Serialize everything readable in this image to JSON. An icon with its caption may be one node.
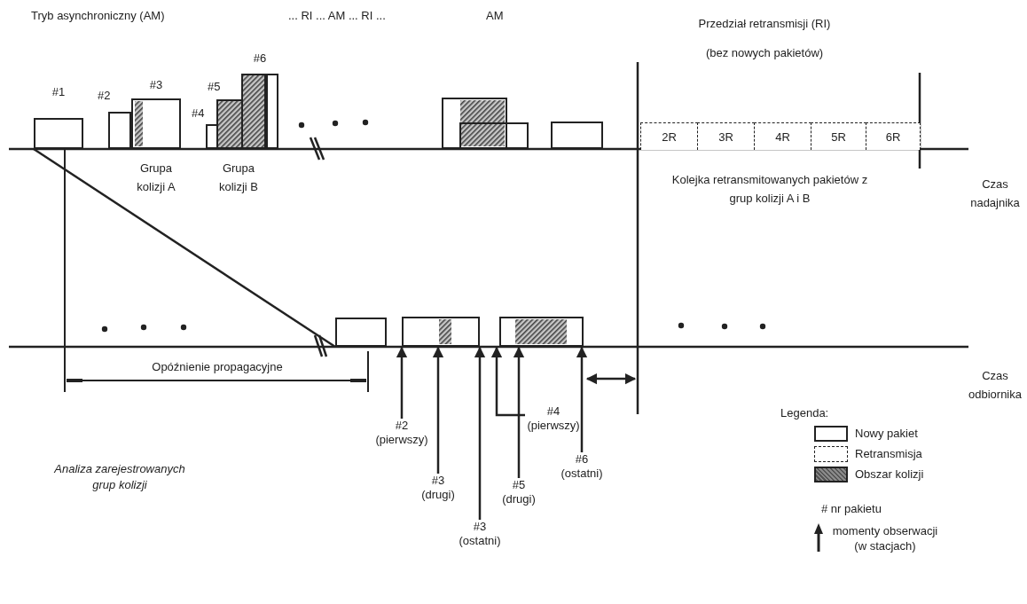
{
  "diagram": {
    "nodes": [
      {
        "text": [
          "#1"
        ]
      },
      {
        "text": [
          "#2"
        ]
      },
      {
        "text": [
          "#3"
        ]
      },
      {
        "text": [
          "#4"
        ]
      },
      {
        "text": [
          "#5"
        ]
      },
      {
        "text": [
          "#6"
        ]
      },
      {
        "text": [],
        "shape": "box"
      },
      {
        "text": [],
        "shape": "box"
      },
      {
        "text": [
          "2R"
        ]
      },
      {
        "text": [
          "3R"
        ]
      },
      {
        "text": [
          "4R"
        ]
      },
      {
        "text": [
          "5R"
        ]
      },
      {
        "text": [
          "6R"
        ]
      },
      {
        "text": [],
        "shape": "box"
      },
      {
        "text": [],
        "shape": "box"
      },
      {
        "text": [],
        "shape": "box"
      },
      {
        "text": [
          "#2 (pierwszy)"
        ]
      },
      {
        "text": [
          "#3 (drugi)"
        ]
      },
      {
        "text": [
          "#3 (ostatni)"
        ]
      },
      {
        "text": [
          "#4 (pierwszy)"
        ]
      },
      {
        "text": [
          "#5 (drugi)"
        ]
      },
      {
        "text": [
          "#6 (ostatni)"
        ]
      }
    ],
    "edges": [
      {
        "from": 0,
        "to": 13,
        "arrow": "none"
      },
      {
        "from": 16,
        "to": 14,
        "arrow": "to"
      },
      {
        "from": 17,
        "to": 14,
        "arrow": "to"
      },
      {
        "from": 18,
        "to": 14,
        "arrow": "to"
      },
      {
        "from": 19,
        "to": 15,
        "arrow": "to"
      },
      {
        "from": 20,
        "to": 15,
        "arrow": "to"
      },
      {
        "from": 21,
        "to": 15,
        "arrow": "to"
      }
    ],
    "labels": [
      "Tryb asynchroniczny (AM)",
      "... RI ... AM ... RI ...",
      "AM",
      "Przedział retransmisji (RI)",
      "(bez nowych pakietów)",
      "Grupa kolizji A",
      "Grupa kolizji B",
      "Kolejka retransmitowanych pakietów z grup kolizji A i B",
      "Czas nadajnika",
      "Opóźnienie propagacyjne",
      "Czas odbiornika",
      "Analiza zarejestrowanych grup kolizji",
      "Legenda:",
      "# nr pakietu"
    ],
    "legend": [
      {
        "text": "Nowy pakiet"
      },
      {
        "text": "Retransmisja"
      },
      {
        "text": "Obszar kolizji",
        "color": "#8a8a8a"
      },
      {
        "text": "momenty obserwacji (w stacjach)"
      }
    ]
  }
}
